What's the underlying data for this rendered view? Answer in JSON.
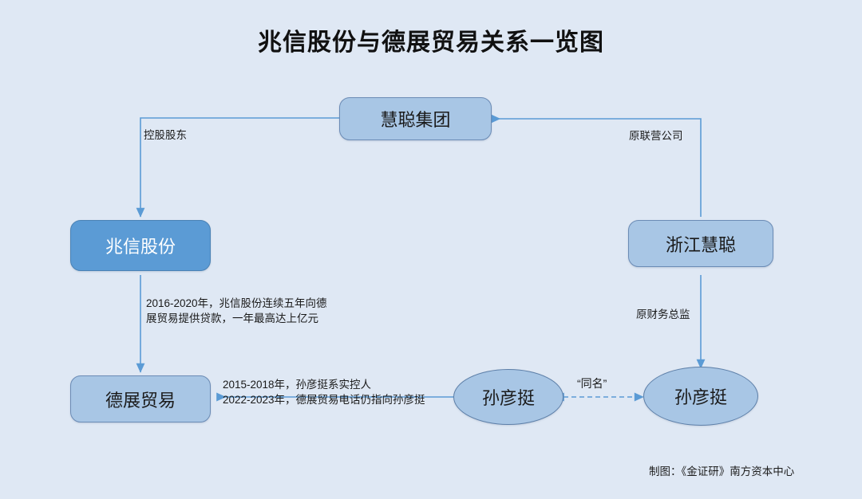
{
  "page": {
    "title": "兆信股份与德展贸易关系一览图",
    "background_color": "#dfe8f4",
    "credit": "制图：《金证研》南方资本中心"
  },
  "palette": {
    "node_fill": "#a8c6e5",
    "node_border": "#6b8bb5",
    "accent_fill": "#5b9bd5",
    "accent_text": "#ffffff",
    "edge_color": "#5b9bd5",
    "text_color": "#1a1a1a"
  },
  "nodes": [
    {
      "id": "huicong-group",
      "label": "慧聪集团",
      "shape": "rounded-rect"
    },
    {
      "id": "zhaoxin-shares",
      "label": "兆信股份",
      "shape": "rounded-rect"
    },
    {
      "id": "dezhan-trade",
      "label": "德展贸易",
      "shape": "rounded-rect"
    },
    {
      "id": "zhejiang-huicong",
      "label": "浙江慧聪",
      "shape": "rounded-rect"
    },
    {
      "id": "sun-yanting-left",
      "label": "孙彦挺",
      "shape": "ellipse"
    },
    {
      "id": "sun-yanting-right",
      "label": "孙彦挺",
      "shape": "ellipse"
    }
  ],
  "edges": [
    {
      "id": "huicong-to-zhaoxin",
      "from": "huicong-group",
      "to": "zhaoxin-shares",
      "label": "控股股东",
      "style": "solid",
      "arrow": "single"
    },
    {
      "id": "zhejiang-to-huicong",
      "from": "zhejiang-huicong",
      "to": "huicong-group",
      "label": "原联营公司",
      "style": "solid",
      "arrow": "single"
    },
    {
      "id": "zhaoxin-to-dezhan",
      "from": "zhaoxin-shares",
      "to": "dezhan-trade",
      "label": "2016-2020年，兆信股份连续五年向德\n展贸易提供贷款，一年最高达上亿元",
      "style": "solid",
      "arrow": "single"
    },
    {
      "id": "sunleft-to-dezhan",
      "from": "sun-yanting-left",
      "to": "dezhan-trade",
      "label": "2015-2018年，孙彦挺系实控人\n2022-2023年，德展贸易电话仍指向孙彦挺",
      "style": "solid",
      "arrow": "single"
    },
    {
      "id": "sunright-to-zhejiang",
      "from": "sun-yanting-right",
      "to": "zhejiang-huicong",
      "label": "原财务总监",
      "style": "solid",
      "arrow": "single"
    },
    {
      "id": "sun-same-name",
      "from": "sun-yanting-left",
      "to": "sun-yanting-right",
      "label": "“同名”",
      "style": "dashed",
      "arrow": "double"
    }
  ]
}
